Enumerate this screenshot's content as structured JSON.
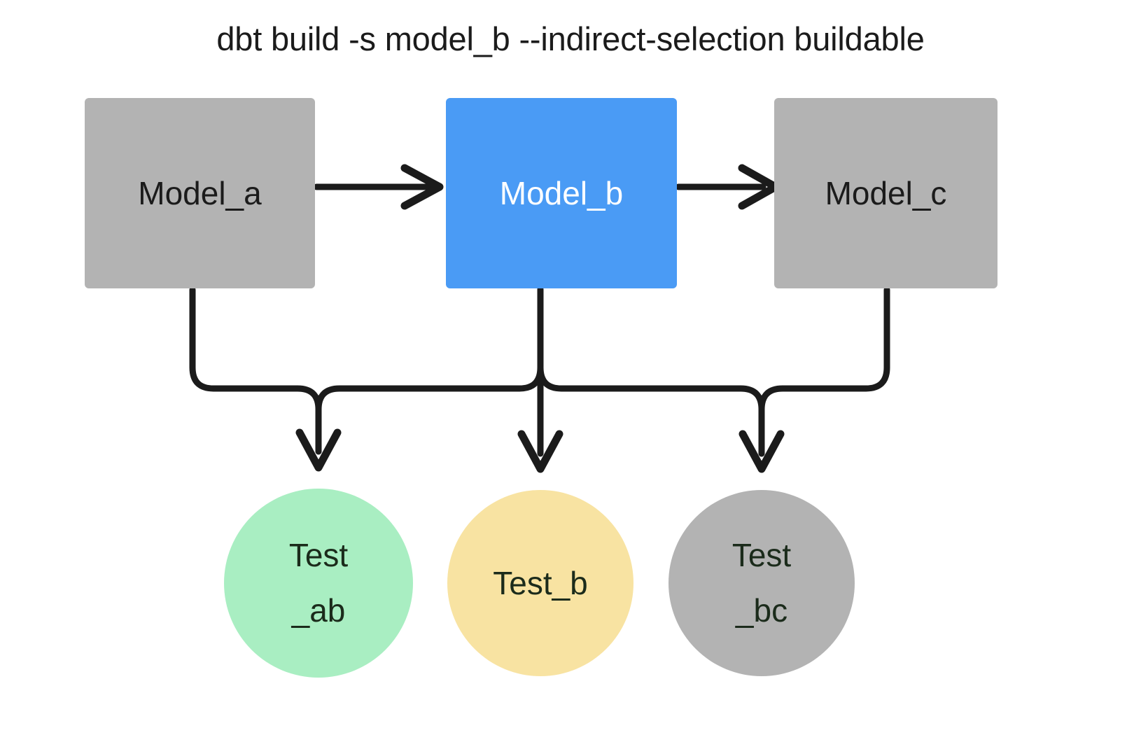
{
  "title": "dbt build -s model_b --indirect-selection buildable",
  "theme": {
    "background": "#ffffff",
    "selected_node_fill": "#4a9bf5",
    "selected_node_text": "#ffffff",
    "unselected_node_fill": "#b3b3b3",
    "node_text": "#1b1b1b",
    "test_pass_fill": "#a9eec2",
    "test_warn_fill": "#f8e3a2",
    "test_skipped_fill": "#b3b3b3",
    "edge_stroke": "#1b1b1b"
  },
  "nodes": {
    "models": [
      {
        "id": "model_a",
        "label": "Model_a",
        "shape": "rect",
        "fill": "#b3b3b3",
        "selected": false
      },
      {
        "id": "model_b",
        "label": "Model_b",
        "shape": "rect",
        "fill": "#4a9bf5",
        "selected": true
      },
      {
        "id": "model_c",
        "label": "Model_c",
        "shape": "rect",
        "fill": "#b3b3b3",
        "selected": false
      }
    ],
    "tests": [
      {
        "id": "test_ab",
        "label": "Test\n_ab",
        "shape": "circle",
        "fill": "#a9eec2",
        "selected": true
      },
      {
        "id": "test_b",
        "label": "Test_b",
        "shape": "circle",
        "fill": "#f8e3a2",
        "selected": true
      },
      {
        "id": "test_bc",
        "label": "Test\n_bc",
        "shape": "circle",
        "fill": "#b3b3b3",
        "selected": false
      }
    ]
  },
  "edges": [
    {
      "from": "model_a",
      "to": "model_b",
      "style": "straight-right"
    },
    {
      "from": "model_b",
      "to": "model_c",
      "style": "straight-right"
    },
    {
      "from": "model_a",
      "to": "test_ab",
      "style": "elbow-down"
    },
    {
      "from": "model_b",
      "to": "test_ab",
      "style": "elbow-down"
    },
    {
      "from": "model_b",
      "to": "test_b",
      "style": "straight-down"
    },
    {
      "from": "model_b",
      "to": "test_bc",
      "style": "elbow-down"
    },
    {
      "from": "model_c",
      "to": "test_bc",
      "style": "elbow-down"
    }
  ]
}
